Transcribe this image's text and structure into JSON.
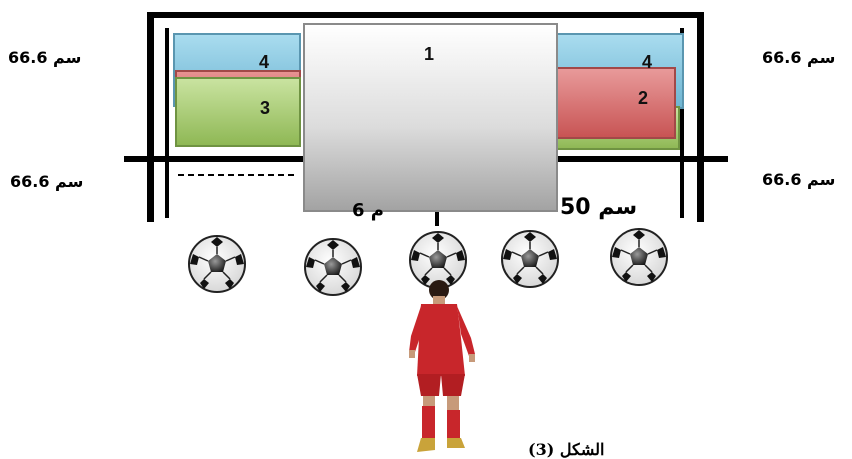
{
  "figure": {
    "caption": "الشكل (3)"
  },
  "distances": {
    "left_top": "66.6 سم",
    "left_bottom": "66.6 سم",
    "right_top": "66.6 سم",
    "right_bottom": "66.6 سم",
    "gap_center": "6 م",
    "gap_right": "50 سم"
  },
  "zones": {
    "z1": "1",
    "z2": "2",
    "z3": "3",
    "z4_left": "4",
    "z4_right": "4"
  },
  "colors": {
    "blue_zone": "#7cc2dd",
    "red_zone": "#d06a6a",
    "green_zone": "#a9cb6e",
    "grey_zone": "#c9c9c9",
    "player_kit": "#c8262b"
  },
  "balls": {
    "count": 5
  }
}
